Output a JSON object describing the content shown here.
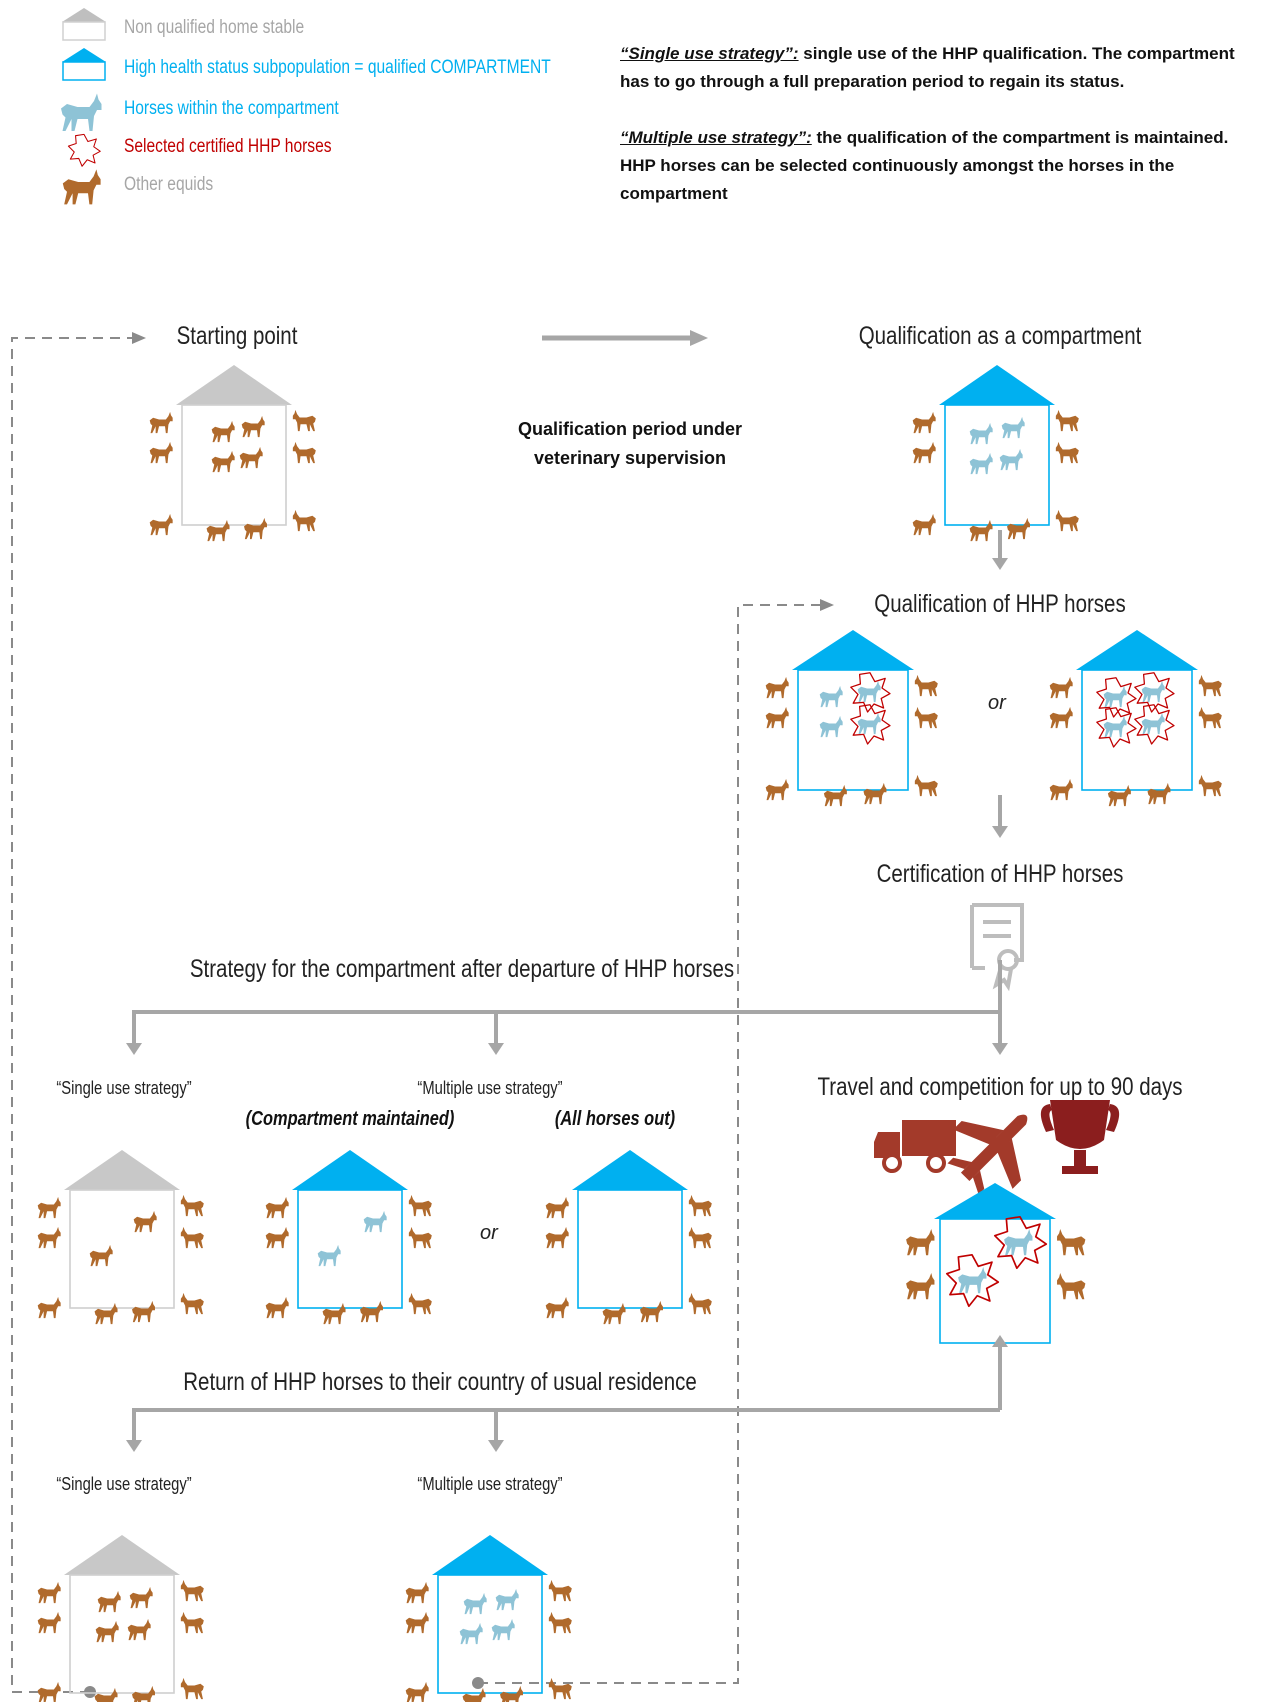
{
  "legend": [
    {
      "icon": "grey-house-icon",
      "text": "Non qualified home stable",
      "color": "#a6a6a6"
    },
    {
      "icon": "blue-house-icon",
      "text": "High health status subpopulation = qualified COMPARTMENT",
      "color": "#00b0f0"
    },
    {
      "icon": "blue-horse-icon",
      "text": "Horses within the compartment",
      "color": "#00b0f0"
    },
    {
      "icon": "red-star-icon",
      "text": "Selected certified HHP horses",
      "color": "#c00000"
    },
    {
      "icon": "brown-horse-icon",
      "text": "Other equids",
      "color": "#a6a6a6"
    }
  ],
  "definitions": {
    "single_term": "“Single use strategy”:",
    "single_text": " single use of the HHP qualification. The compartment has to go through a full preparation period to regain its status.",
    "multiple_term": "“Multiple use strategy”:",
    "multiple_text": " the qualification of the compartment is maintained. HHP horses can be selected continuously amongst the horses in the compartment"
  },
  "flow": {
    "starting_point": "Starting point",
    "qualification_compartment": "Qualification as a compartment",
    "qualification_period_line1": "Qualification period under",
    "qualification_period_line2": "veterinary supervision",
    "qualification_hhp": "Qualification of HHP horses",
    "or": "or",
    "certification": "Certification of HHP horses",
    "strategy_heading": "Strategy for the compartment after departure of HHP horses",
    "travel": "Travel and competition for up to 90 days",
    "single_use": "“Single use strategy”",
    "multiple_use": "“Multiple use strategy”",
    "compartment_maintained": "(Compartment maintained)",
    "all_horses_out": "(All horses out)",
    "return_heading": "Return of HHP horses to their country of usual residence"
  },
  "colors": {
    "grey": "#c8c8c8",
    "blue": "#00b0f0",
    "horse_blue": "#8ec3d6",
    "horse_brown": "#b06a2c",
    "red": "#c00000",
    "truck_red": "#a33a2a",
    "arrow": "#a6a6a6"
  },
  "icons": {
    "certificate": "certificate-icon",
    "truck": "truck-icon",
    "plane": "airplane-icon",
    "trophy": "trophy-icon"
  }
}
